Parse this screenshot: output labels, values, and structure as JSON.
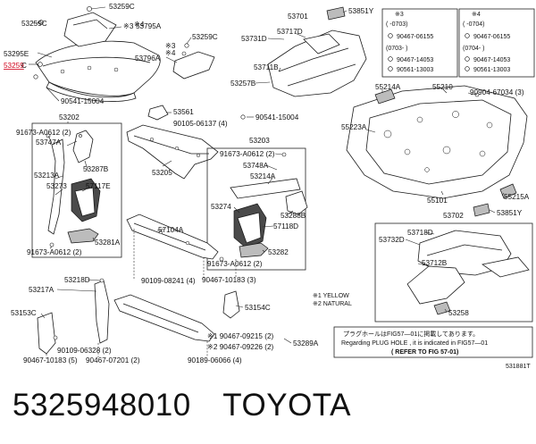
{
  "caption": {
    "part_number": "5325948010",
    "brand": "TOYOTA"
  },
  "highlight_color": "#d0021b",
  "labels": {
    "l53259c_top": "53259C",
    "l53259c_mid": "53259C",
    "l53795a": "53795A",
    "l53259e": "53295E",
    "l53259": "53259",
    "l53259c_left": "53259C",
    "l53796a": "53796A",
    "l90541_a": "90541-15004",
    "l53202": "53202",
    "l91673_a": "91673-A0612 (2)",
    "l53747a": "53747A",
    "l53213a": "53213A",
    "l53287b": "53287B",
    "l53273": "53273",
    "l57117e": "57117E",
    "l53281a": "53281A",
    "l91673_b": "91673-A0612 (2)",
    "l53561": "53561",
    "l90105": "90105-06137 (4)",
    "l90541_b": "90541-15004",
    "l53205": "53205",
    "l53203": "53203",
    "l91673_c": "91673-A0612 (2)",
    "l53748a": "53748A",
    "l53214a": "53214A",
    "l53274": "53274",
    "l53288b": "53288B",
    "l57118d": "57118D",
    "l53282": "53282",
    "l91673_d": "91673-A0612 (2)",
    "l57104a": "57104A",
    "l90109_a": "90109-08241 (4)",
    "l90467_a": "90467-10183 (3)",
    "l53218d": "53218D",
    "l53217a": "53217A",
    "l53153c": "53153C",
    "l53154c": "53154C",
    "l90109_b": "90109-06328 (2)",
    "l90467_b": "90467-10183 (5)",
    "l90467_c": "90467-07201 (2)",
    "l90467_d": "※1 90467-09215 (2)",
    "l90467_e": "※2 90467-09226 (2)",
    "l90189": "90189-06066 (4)",
    "l53289a": "53289A",
    "l53701": "53701",
    "l53851y_top": "53851Y",
    "l53731d": "53731D",
    "l53717d": "53717D",
    "l53711b": "53711B",
    "l53257b": "53257B",
    "l55214a": "55214A",
    "l55210": "55210",
    "l90904": "90904-67034 (3)",
    "l55223a": "55223A",
    "l55101": "55101",
    "l55215a": "55215A",
    "l53702": "53702",
    "l53851y_mid": "53851Y",
    "l53718d": "53718D",
    "l53732d": "53732D",
    "l53712b": "53712B",
    "l53258": "53258"
  },
  "variants": {
    "left_box": {
      "mark": "※3",
      "r1": "(   -0703)",
      "r2": "90467-06155",
      "r3": "(0703-   )",
      "r4": "90467-14053",
      "r5": "90561-13003"
    },
    "right_box": {
      "mark": "※4",
      "r1": "(   -0704)",
      "r2": "90467-06155",
      "r3": "(0704-   )",
      "r4": "90467-14053",
      "r5": "90561-13003"
    },
    "small_marks": {
      "m1": "※3",
      "m2": "※4"
    }
  },
  "legend": {
    "l1": "※1 YELLOW",
    "l2": "※2 NATURAL"
  },
  "note": {
    "jp": "プラグホールはFIG57—01に掲載してあります。",
    "en": "Regarding  PLUG HOLE , it is indicated in FIG57—01",
    "ref": "(    REFER TO FIG 57-01)"
  },
  "figure_code": "531881T"
}
